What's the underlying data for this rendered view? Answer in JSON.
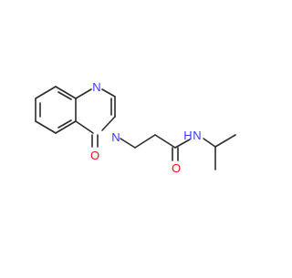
{
  "molecule": {
    "atom_labels": {
      "n1": "N",
      "n3": "N",
      "o4": "O",
      "o_amide": "O",
      "n_amide": "N",
      "h_amide": "H"
    },
    "colors": {
      "bond": "#2b2b2b",
      "nitrogen": "#3a3aff",
      "oxygen": "#ff0d0d",
      "background": "#ffffff"
    }
  }
}
